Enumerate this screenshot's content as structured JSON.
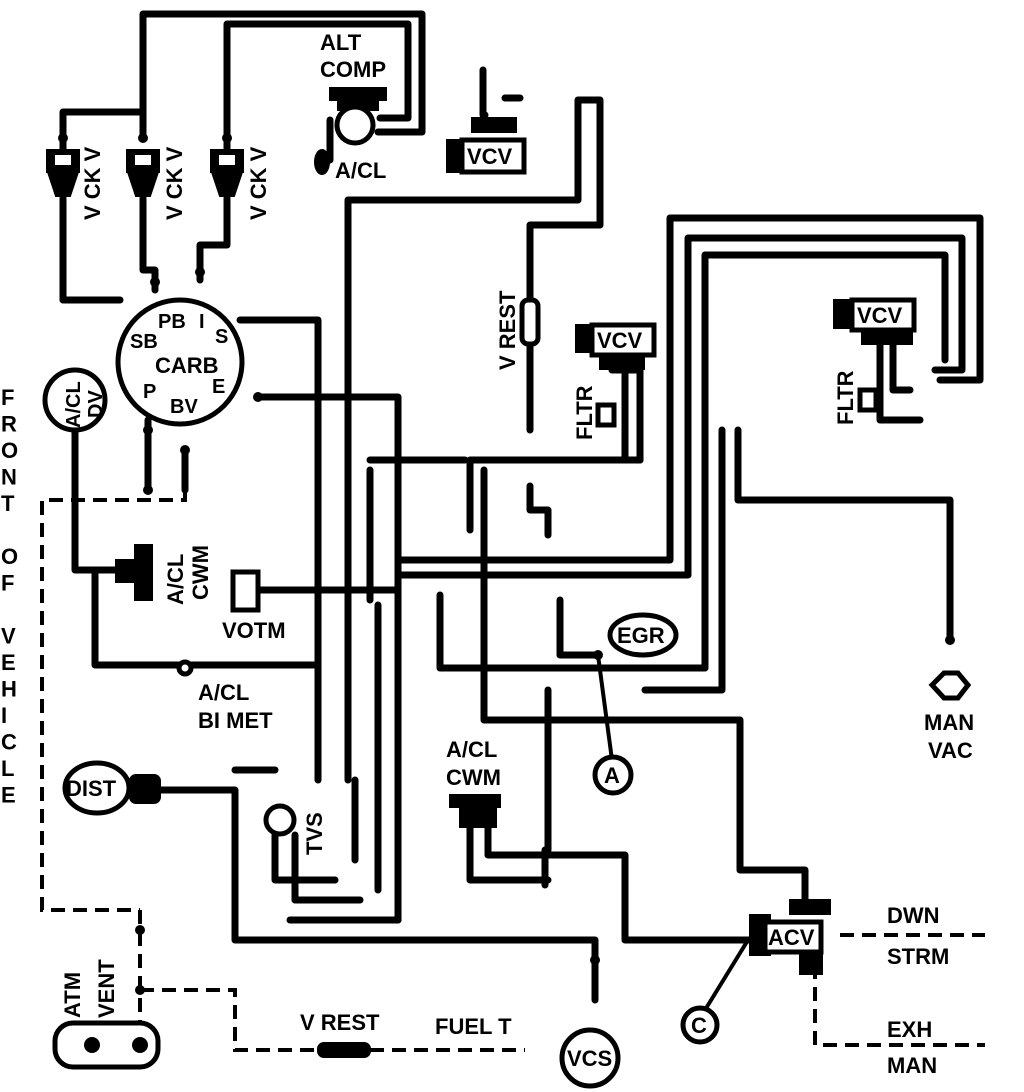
{
  "labels": {
    "alt_comp_1": "ALT",
    "alt_comp_2": "COMP",
    "a_cl_top": "A/CL",
    "vckv_1": "V CK V",
    "vckv_2": "V CK V",
    "vckv_3": "V CK V",
    "vcv_top": "VCV",
    "vcv_mid": "VCV",
    "vcv_right": "VCV",
    "carb_pb": "PB",
    "carb_i": "I",
    "carb_s": "S",
    "carb_sb": "SB",
    "carb_carb": "CARB",
    "carb_p": "P",
    "carb_e": "E",
    "carb_bv": "BV",
    "acl_dv_1": "A/CL",
    "acl_dv_2": "DV",
    "v_rest_vertical": "V REST",
    "fltr_mid": "FLTR",
    "fltr_right": "FLTR",
    "acl_cwm_left_1": "A/CL",
    "acl_cwm_left_2": "CWM",
    "votm": "VOTM",
    "egr": "EGR",
    "acl_bimet_1": "A/CL",
    "acl_bimet_2": "BI MET",
    "man_vac_1": "MAN",
    "man_vac_2": "VAC",
    "acl_cwm_right_1": "A/CL",
    "acl_cwm_right_2": "CWM",
    "a_circle": "A",
    "dist": "DIST",
    "tvs": "TVS",
    "acv": "ACV",
    "dwn": "DWN",
    "strm": "STRM",
    "exh": "EXH",
    "man": "MAN",
    "c_circle": "C",
    "atm": "ATM",
    "vent": "VENT",
    "v_rest_bottom": "V REST",
    "fuel_t": "FUEL T",
    "vcs": "VCS",
    "front_of_vehicle": [
      "F",
      "R",
      "O",
      "N",
      "T",
      "",
      "O",
      "F",
      "",
      "V",
      "E",
      "H",
      "I",
      "C",
      "L",
      "E"
    ]
  }
}
